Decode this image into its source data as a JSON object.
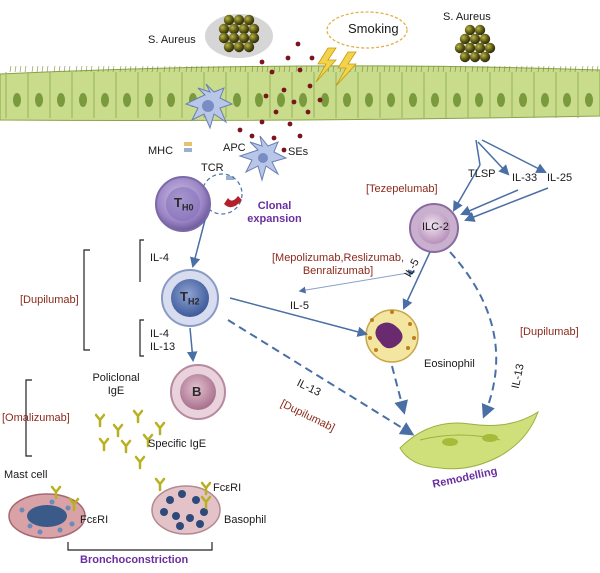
{
  "labels": {
    "s_aureus_left": "S. Aureus",
    "s_aureus_right": "S. Aureus",
    "smoking": "Smoking",
    "apc": "APC",
    "mhc": "MHC",
    "tcr": "TCR",
    "ses": "SEs",
    "clonal_expansion": "Clonal\nexpansion",
    "th0_main": "T",
    "th0_sub": "H0",
    "th2_main": "T",
    "th2_sub": "H2",
    "b_cell": "B",
    "il4_top": "IL-4",
    "il4_il13": "IL-4\nIL-13",
    "policlonal_ige": "Policlonal\nIgE",
    "specific_ige": "Specific IgE",
    "mast_cell": "Mast cell",
    "fceri_left": "FcεRI",
    "fceri_right": "FcεRI",
    "basophil": "Basophil",
    "bronchoconstriction": "Bronchoconstriction",
    "tlsp": "TLSP",
    "il33": "IL-33",
    "il25": "IL-25",
    "ilc2": "ILC-2",
    "il5_arrow": "IL-5",
    "il5_th2": "IL-5",
    "eosinophil": "Eosinophil",
    "il13_diag": "IL-13",
    "il13_right": "IL-13",
    "remodelling": "Remodelling"
  },
  "drugs": {
    "tezepelumab": "[Tezepelumab]",
    "anti_il5": "[Mepolizumab,Reslizumab,\nBenralizumab]",
    "dupilumab_left": "[Dupilumab]",
    "dupilumab_center": "[Dupilumab]",
    "dupilumab_right": "[Dupilumab]",
    "omalizumab": "[Omalizumab]"
  },
  "colors": {
    "arrow": "#4a6fa5",
    "drug": "#8b2a1c",
    "accent_text": "#6a2fa0",
    "epithelium": "#c8dc8c",
    "nucleus": "#6a8a3a",
    "bacteria": "#4a4a10",
    "ses_dots": "#7a1520"
  }
}
